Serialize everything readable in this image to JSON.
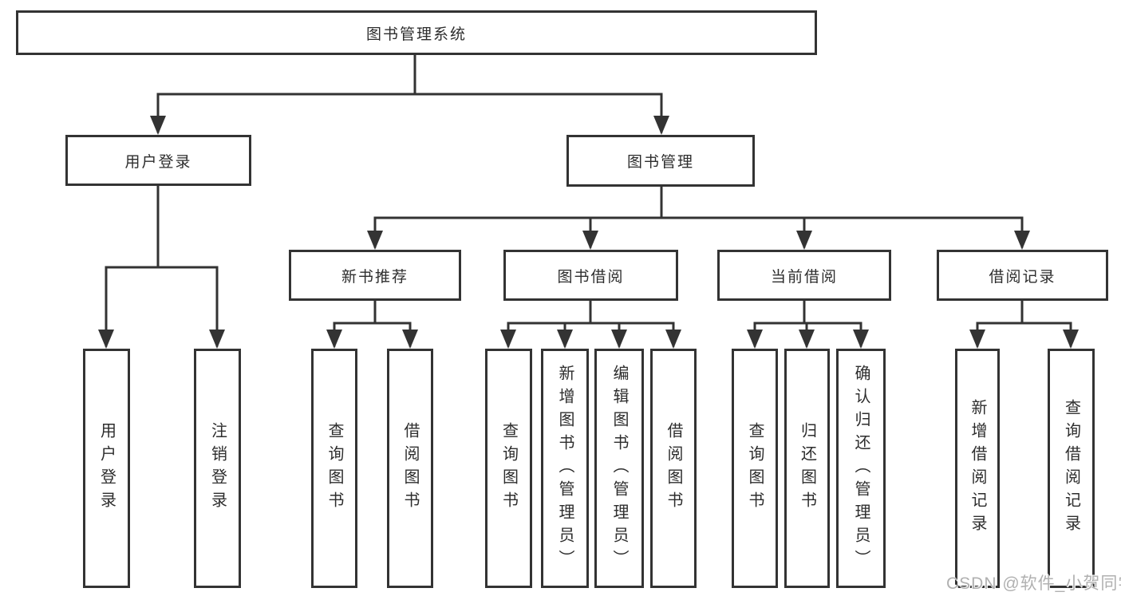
{
  "diagram": {
    "title": "图书管理系统",
    "level2": {
      "user_login": "用户登录",
      "book_management": "图书管理"
    },
    "level3": {
      "new_book_recommend": "新书推荐",
      "book_borrowing": "图书借阅",
      "current_borrowing": "当前借阅",
      "borrowing_records": "借阅记录"
    },
    "leaves": {
      "user_login": "用户登录",
      "logout_login": "注销登录",
      "recommend_query_books": "查询图书",
      "recommend_borrow_books": "借阅图书",
      "borrowing_query_books": "查询图书",
      "borrowing_add_books_admin": "新增图书（管理员）",
      "borrowing_edit_books_admin": "编辑图书（管理员）",
      "borrowing_borrow_books": "借阅图书",
      "current_query_books": "查询图书",
      "current_return_books": "归还图书",
      "current_confirm_return_admin": "确认归还（管理员）",
      "records_add_borrow_record": "新增借阅记录",
      "records_query_borrow_record": "查询借阅记录"
    }
  },
  "watermark": {
    "text": "CSDN @软件_小贺同学"
  },
  "colors": {
    "line": "#333333",
    "text": "#2d2d2d",
    "watermark": "#b0b0b0",
    "background": "#ffffff"
  }
}
